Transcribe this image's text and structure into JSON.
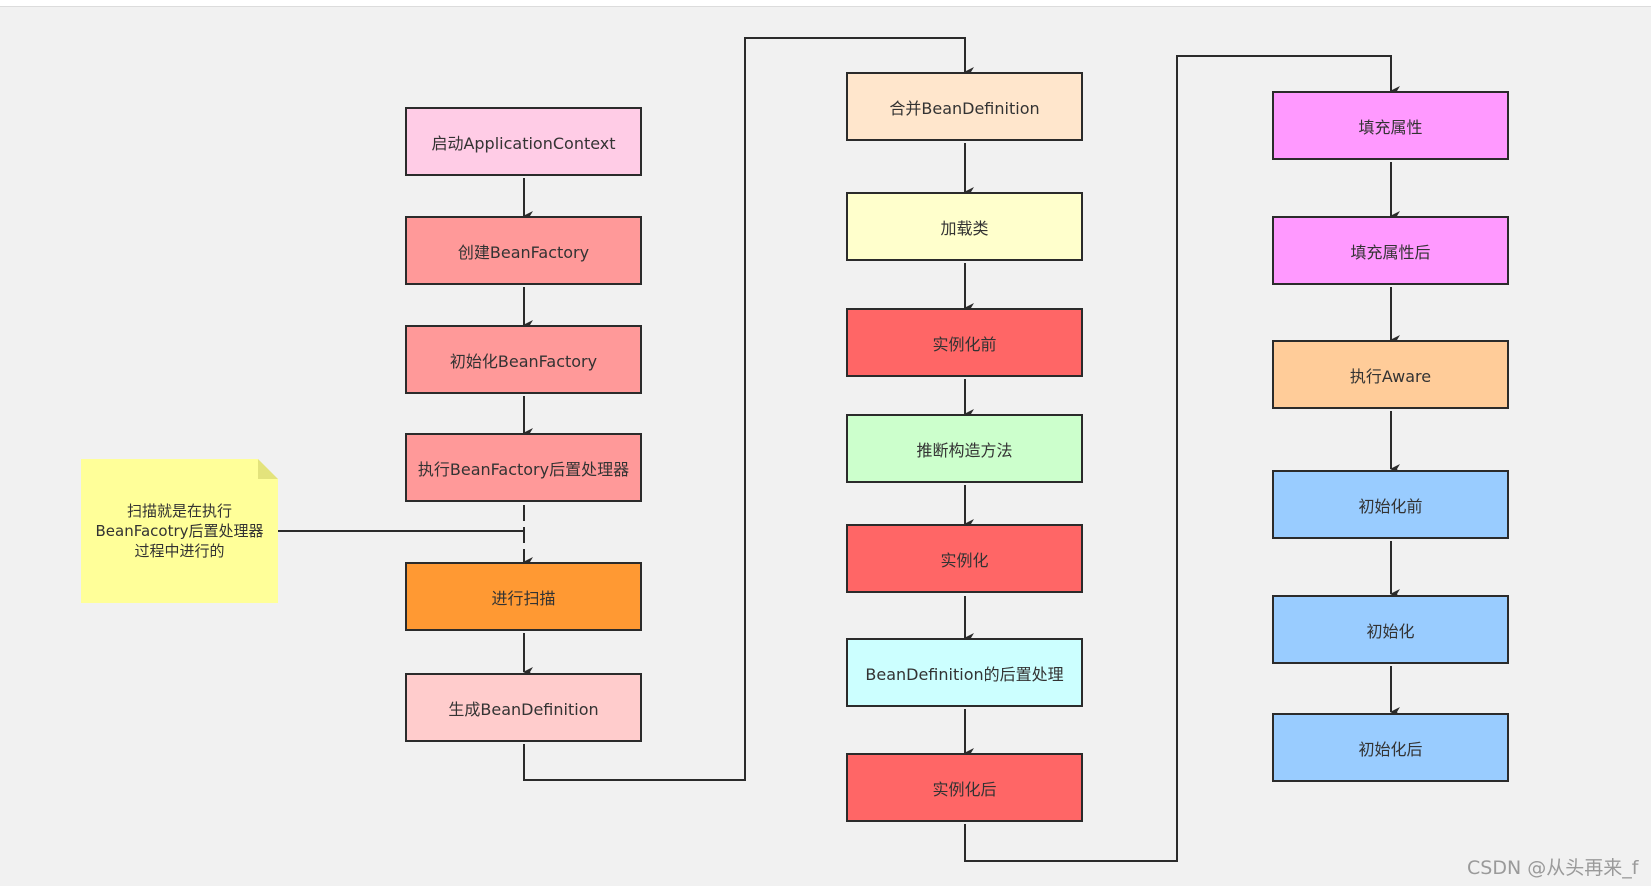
{
  "nodes": {
    "start_context": {
      "label": "启动ApplicationContext",
      "color": "#ffcce6"
    },
    "create_factory": {
      "label": "创建BeanFactory",
      "color": "#ff9999"
    },
    "init_factory": {
      "label": "初始化BeanFactory",
      "color": "#ff9999"
    },
    "factory_post": {
      "label": "执行BeanFactory后置处理器",
      "color": "#ff9999"
    },
    "scan": {
      "label": "进行扫描",
      "color": "#ff9933"
    },
    "gen_def": {
      "label": "生成BeanDefinition",
      "color": "#ffcccc"
    },
    "merge_def": {
      "label": "合并BeanDefinition",
      "color": "#ffe6cc"
    },
    "load_class": {
      "label": "加载类",
      "color": "#ffffcc"
    },
    "before_inst": {
      "label": "实例化前",
      "color": "#ff6666"
    },
    "infer_ctor": {
      "label": "推断构造方法",
      "color": "#ccffcc"
    },
    "instantiate": {
      "label": "实例化",
      "color": "#ff6666"
    },
    "def_post": {
      "label": "BeanDefinition的后置处理",
      "color": "#ccffff"
    },
    "after_inst": {
      "label": "实例化后",
      "color": "#ff6666"
    },
    "populate": {
      "label": "填充属性",
      "color": "#ff99ff"
    },
    "after_populate": {
      "label": "填充属性后",
      "color": "#ff99ff"
    },
    "aware": {
      "label": "执行Aware",
      "color": "#ffcc99"
    },
    "before_init": {
      "label": "初始化前",
      "color": "#99ccff"
    },
    "init": {
      "label": "初始化",
      "color": "#99ccff"
    },
    "after_init": {
      "label": "初始化后",
      "color": "#99ccff"
    }
  },
  "note": {
    "lines": [
      "扫描就是在执行",
      "BeanFacotry后置处理器",
      "过程中进行的"
    ]
  },
  "watermark": "CSDN @从头再来_f"
}
